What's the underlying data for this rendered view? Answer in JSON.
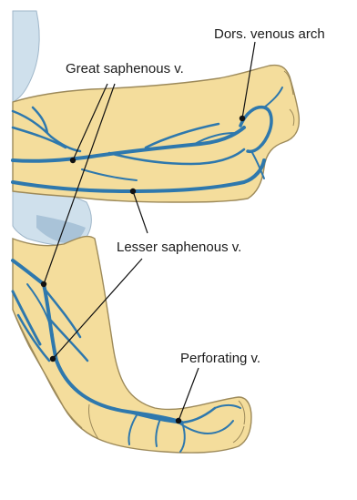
{
  "labels": {
    "dorsal_venous_arch": "Dors. venous arch",
    "great_saphenous": "Great saphenous v.",
    "lesser_saphenous": "Lesser saphenous v.",
    "perforating": "Perforating v."
  },
  "colors": {
    "skin": "#f4dd9c",
    "skin_outline": "#9d8a5a",
    "vein": "#2e78ad",
    "vein_dark": "#1d5a8a",
    "cloth": "#cfe0ec",
    "cloth_shadow": "#a9c3d8",
    "pointer": "#111111"
  }
}
